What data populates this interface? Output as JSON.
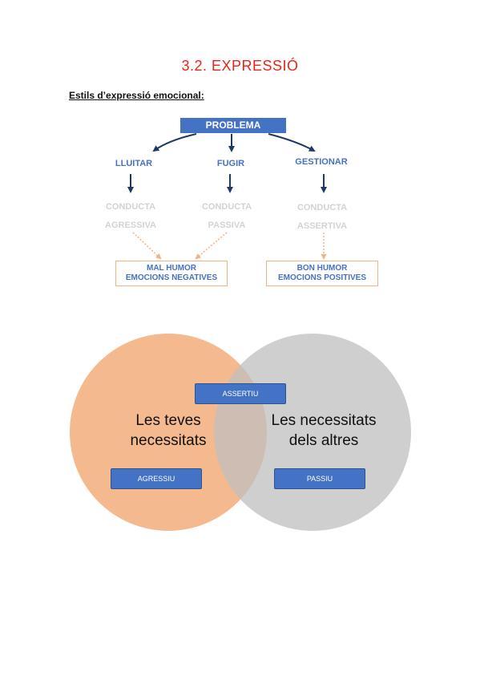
{
  "title": "3.2. EXPRESSIÓ",
  "subtitle": "Estils d’expressió emocional:",
  "flow": {
    "problem": "PROBLEMA",
    "branches": [
      "LLUITAR",
      "FUGIR",
      "GESTIONAR"
    ],
    "conduct": [
      {
        "line1": "CONDUCTA",
        "line2": "AGRESSIVA"
      },
      {
        "line1": "CONDUCTA",
        "line2": "PASSIVA"
      },
      {
        "line1": "CONDUCTA",
        "line2": "ASSERTIVA"
      }
    ],
    "bad_mood": {
      "line1": "MAL HUMOR",
      "line2": "EMOCIONS NEGATIVES"
    },
    "good_mood": {
      "line1": "BON HUMOR",
      "line2": "EMOCIONS POSITIVES"
    }
  },
  "venn": {
    "left_label_1": "Les teves",
    "left_label_2": "necessitats",
    "right_label_1": "Les necessitats",
    "right_label_2": "dels altres",
    "assertive": "ASSERTIU",
    "aggressive": "AGRESSIU",
    "passive": "PASSIU",
    "left_color": "#f4b183",
    "right_color": "#bfbfbf"
  },
  "colors": {
    "title": "#e8231b",
    "accent_blue": "#4472c4",
    "arrow_navy": "#1f3864",
    "dotted_orange": "#f4b183"
  }
}
